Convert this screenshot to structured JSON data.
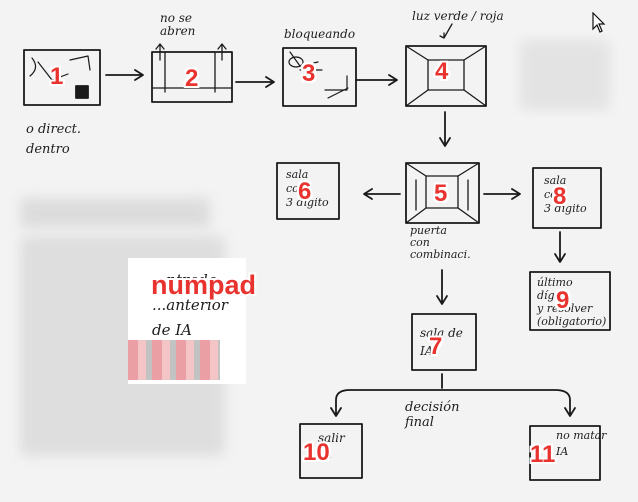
{
  "stages": [
    {
      "number": "1",
      "caption": "o direct.\ndentro",
      "icon": "room-sketch-icon"
    },
    {
      "number": "2",
      "caption": "no se\nabren",
      "icon": "doors-sketch-icon"
    },
    {
      "number": "3",
      "caption": "bloqueando",
      "icon": "blocked-room-sketch-icon"
    },
    {
      "number": "4",
      "caption": "luz verde / roja",
      "icon": "perspective-room-sketch-icon"
    },
    {
      "number": "5",
      "caption": "puerta\ncon\ncombinaci.",
      "icon": "door-combination-sketch-icon"
    },
    {
      "number": "6",
      "caption": "sala\ncon\n3 dígito",
      "icon": ""
    },
    {
      "number": "7",
      "caption": "sala de\nIA",
      "icon": ""
    },
    {
      "number": "8",
      "caption": "sala\ncon\n3 dígito",
      "icon": ""
    },
    {
      "number": "9",
      "caption": "último\ndígito\ny resolver\n(obligatorio)",
      "icon": ""
    },
    {
      "number": "10",
      "caption": "salir\nIA",
      "icon": ""
    },
    {
      "number": "11",
      "caption": "no matar\nIA",
      "icon": ""
    }
  ],
  "decision_label": "decisión\nfinal",
  "overlay": {
    "label": "numpad",
    "note": "...ntrada\n...anterior\nde IA"
  }
}
